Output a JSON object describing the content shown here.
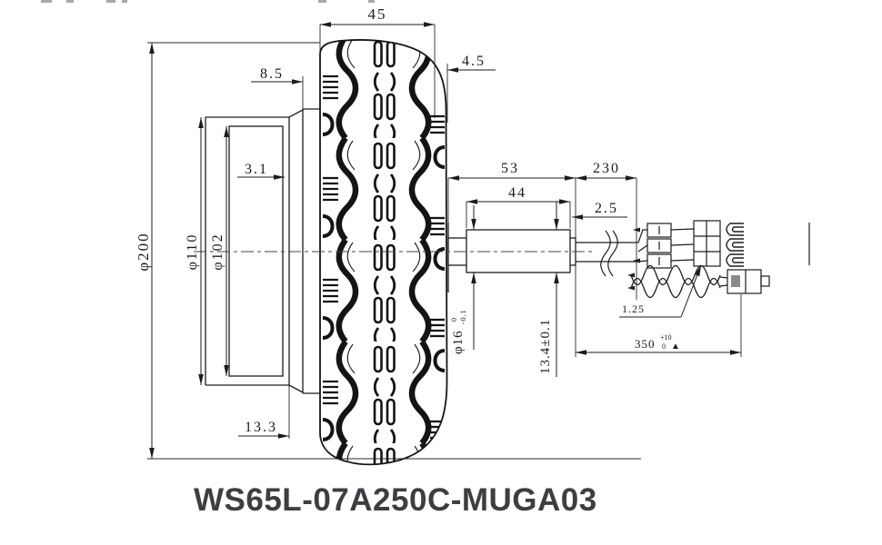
{
  "drawing": {
    "title": "WS65L-07A250C-MUGA03",
    "dims": {
      "tire_width": "45",
      "tread_edge": "4.5",
      "flange": "8.5",
      "step": "3.1",
      "dia_tire": "φ200",
      "dia_hub": "φ110",
      "dia_inner": "φ102",
      "hub_offset": "13.3",
      "shaft_length": "53",
      "cable_run": "230",
      "flat_length": "44",
      "end_step": "2.5",
      "shaft_dia": "φ16",
      "shaft_dia_tol_upper": "0",
      "shaft_dia_tol_lower": "-0.1",
      "across_flats": "13.4±0.1",
      "wire_gauge": "1.25",
      "total_length": "350",
      "total_tol_upper": "+10",
      "total_tol_lower": "0",
      "inspection_mark": "▲"
    }
  }
}
